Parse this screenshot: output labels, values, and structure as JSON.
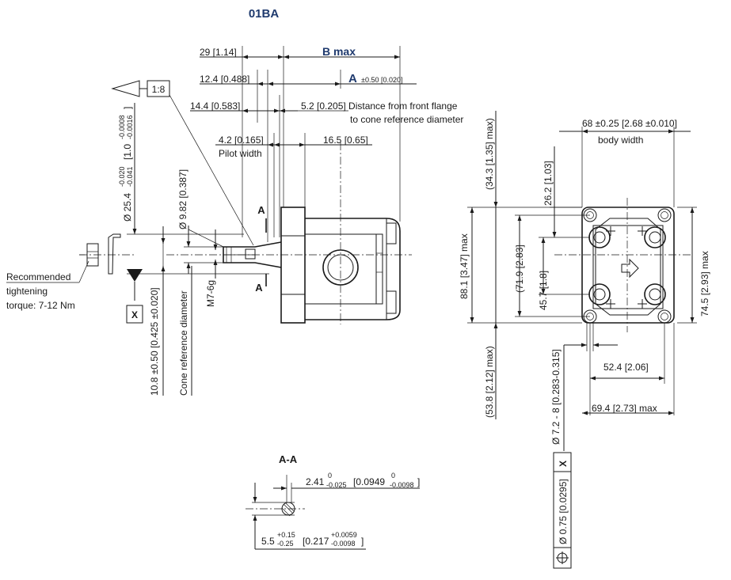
{
  "title": "01BA",
  "dims": {
    "d29": "29 [1.14]",
    "bmax": "B max",
    "d12": "12.4 [0.488]",
    "a_letter": "A",
    "a_tol": "±0.50 [0.020]",
    "d14": "14.4 [0.583]",
    "d52": "5.2 [0.205] Distance from front flange",
    "d52b": "to cone reference diameter",
    "d42": "4.2 [0.165]",
    "pilot": "Pilot width",
    "d165": "16.5 [0.65]",
    "d254": "Ø 25.4",
    "d254tol_up": "-0.020",
    "d254tol_lo": "-0.041",
    "d254in": "[1.0",
    "d254intol_up": "-0.0008",
    "d254intol_lo": "-0.0016",
    "d254close": "]",
    "d982": "Ø 9.82 [0.387]",
    "m7": "M7-6g",
    "d108": "10.8 ±0.50 [0.425 ±0.020]",
    "cone": "Cone reference diameter",
    "taper": "1:8",
    "x": "X",
    "sectA_top": "A",
    "sectA_bot": "A",
    "torque1": "Recommended",
    "torque2": "tightening",
    "torque3": "torque: 7-12 Nm",
    "d343": "(34.3 [1.35] max)",
    "d881": "88.1 [3.47] max",
    "d538": "(53.8 [2.12] max)",
    "d262": "26.2 [1.03]",
    "d719": "(71.9 [2.83]",
    "d457": "45.7 [1.8]",
    "d68": "68 ±0.25 [2.68 ±0.010]",
    "body": "body width",
    "d745": "74.5 [2.93] max",
    "d72": "Ø 7.2 - 8 [0.283-0.315]",
    "d524": "52.4 [2.06]",
    "d694": "69.4 [2.73] max",
    "aa": "A-A",
    "d241": "2.41",
    "d241up": "0",
    "d241lo": "-0.025",
    "d241in": "[0.0949",
    "d241inup": "0",
    "d241inlo": "-0.0098",
    "d241close": "]",
    "d55": "5.5",
    "d55up": "+0.15",
    "d55lo": "-0.25",
    "d55in": "[0.217",
    "d55inup": "+0.0059",
    "d55inlo": "-0.0098",
    "d55close": "]",
    "pos_x": "X",
    "pos_tol": "Ø 0.75 [0.0295]"
  }
}
